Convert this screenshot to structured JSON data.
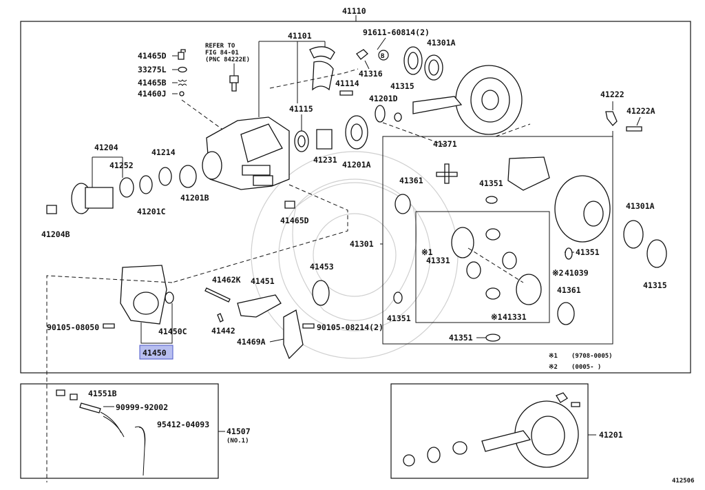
{
  "diagram": {
    "assembly": "41110",
    "ref_note": [
      "REFER TO",
      "FIG 84-01",
      "(PNC 84222E)"
    ],
    "labels": {
      "p41465d_top": "41465D",
      "p33275l": "33275L",
      "p41465b": "41465B",
      "p41460j": "41460J",
      "p41101": "41101",
      "p91611": "91611-60814(2)",
      "circle_b": "B",
      "p41316": "41316",
      "p41114": "41114",
      "p41301a_top": "41301A",
      "p41315_top": "41315",
      "p41201d": "41201D",
      "p41115": "41115",
      "p41222": "41222",
      "p41222a": "41222A",
      "p41204": "41204",
      "p41252": "41252",
      "p41214": "41214",
      "p41231": "41231",
      "p41201a": "41201A",
      "p41371": "41371",
      "p41361_left": "41361",
      "p41351_top": "41351",
      "p41201c": "41201C",
      "p41201b": "41201B",
      "p41465d_mid": "41465D",
      "p41204b": "41204B",
      "p41301": "41301",
      "p41301a_right": "41301A",
      "p41331_a": "41331",
      "p41351_mid": "41351",
      "p41039": "41039",
      "p41315_right": "41315",
      "p41453": "41453",
      "p41462k": "41462K",
      "p41451": "41451",
      "p41361_right": "41361",
      "p41351_left": "41351",
      "p41331_b": "41331",
      "p90105_08050": "90105-08050",
      "p41450c": "41450C",
      "p41442": "41442",
      "p90105_08214": "90105-08214(2)",
      "p41469a": "41469A",
      "p41351_bot": "41351",
      "p41450": "41450",
      "p41551b": "41551B",
      "p90999": "90999-92002",
      "p95412": "95412-04093",
      "p41507": "41507",
      "p41507_no": "(NO.1)",
      "p41201": "41201",
      "diagram_id": "412506"
    },
    "marks": {
      "m1": "※1",
      "m2": "※2",
      "m1b": "※1"
    },
    "legend": [
      {
        "mark": "※1",
        "text": "(9708-0005)"
      },
      {
        "mark": "※2",
        "text": "(0005-     )"
      }
    ],
    "highlight_color": "#b8bff0"
  }
}
